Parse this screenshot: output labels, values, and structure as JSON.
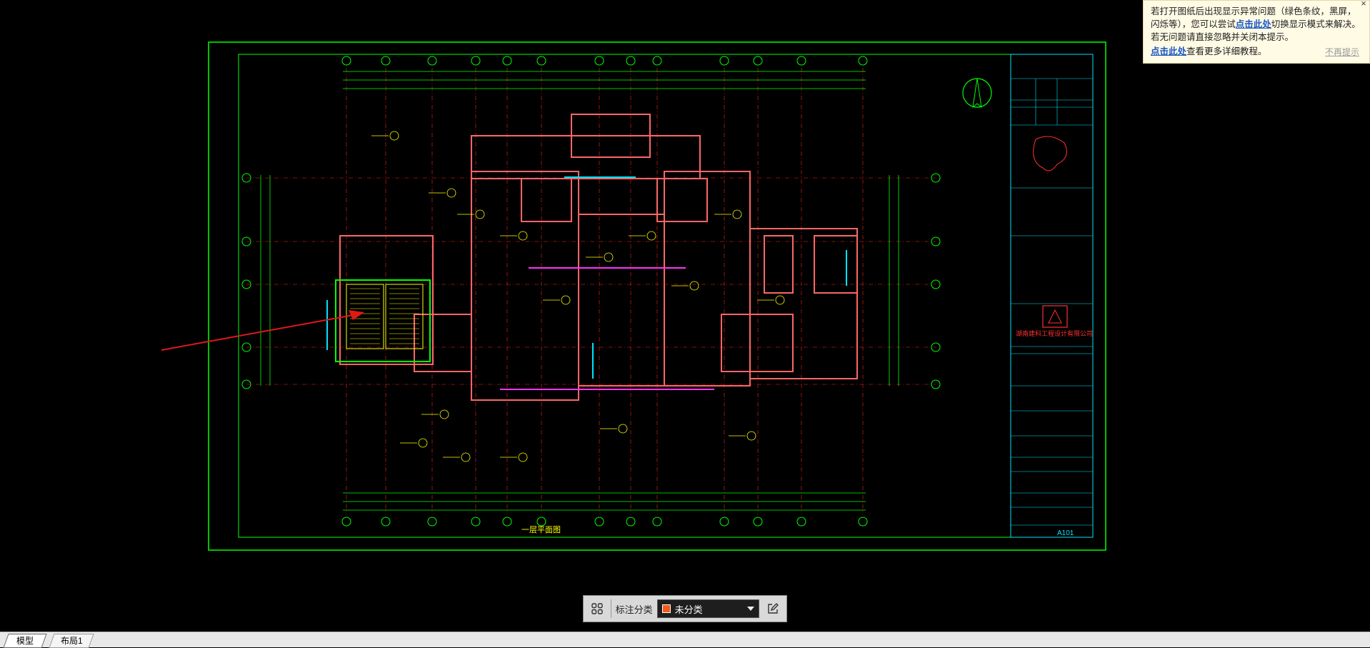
{
  "notice": {
    "text_before_link1": "若打开图纸后出现显示异常问题（绿色条纹，黑屏，闪烁等），您可以尝试",
    "link1": "点击此处",
    "text_after_link1": "切换显示模式来解决。若无问题请直接忽略并关闭本提示。",
    "link2": "点击此处",
    "text_after_link2": "查看更多详细教程。",
    "dismiss": "不再提示",
    "close_icon": "×"
  },
  "annotation_bar": {
    "label": "标注分类",
    "selected": "未分类",
    "swatch_color": "#f25a1a",
    "icons": [
      "grid-icon",
      "edit-icon"
    ]
  },
  "tabs": [
    {
      "label": "模型",
      "active": true
    },
    {
      "label": "布局1",
      "active": false
    }
  ],
  "title_block": {
    "company": "湖南建科工程设计有限公司",
    "sheet_no": "A101"
  },
  "drawing_titles": {
    "plan_title": "一层平面图"
  },
  "colors": {
    "frame": "#00ff00",
    "axis": "#ff2020",
    "walls": "#ff6666",
    "cyan": "#00e5ff",
    "magenta": "#ff33ff",
    "yellow": "#ffff00",
    "arrow": "#e01818"
  }
}
